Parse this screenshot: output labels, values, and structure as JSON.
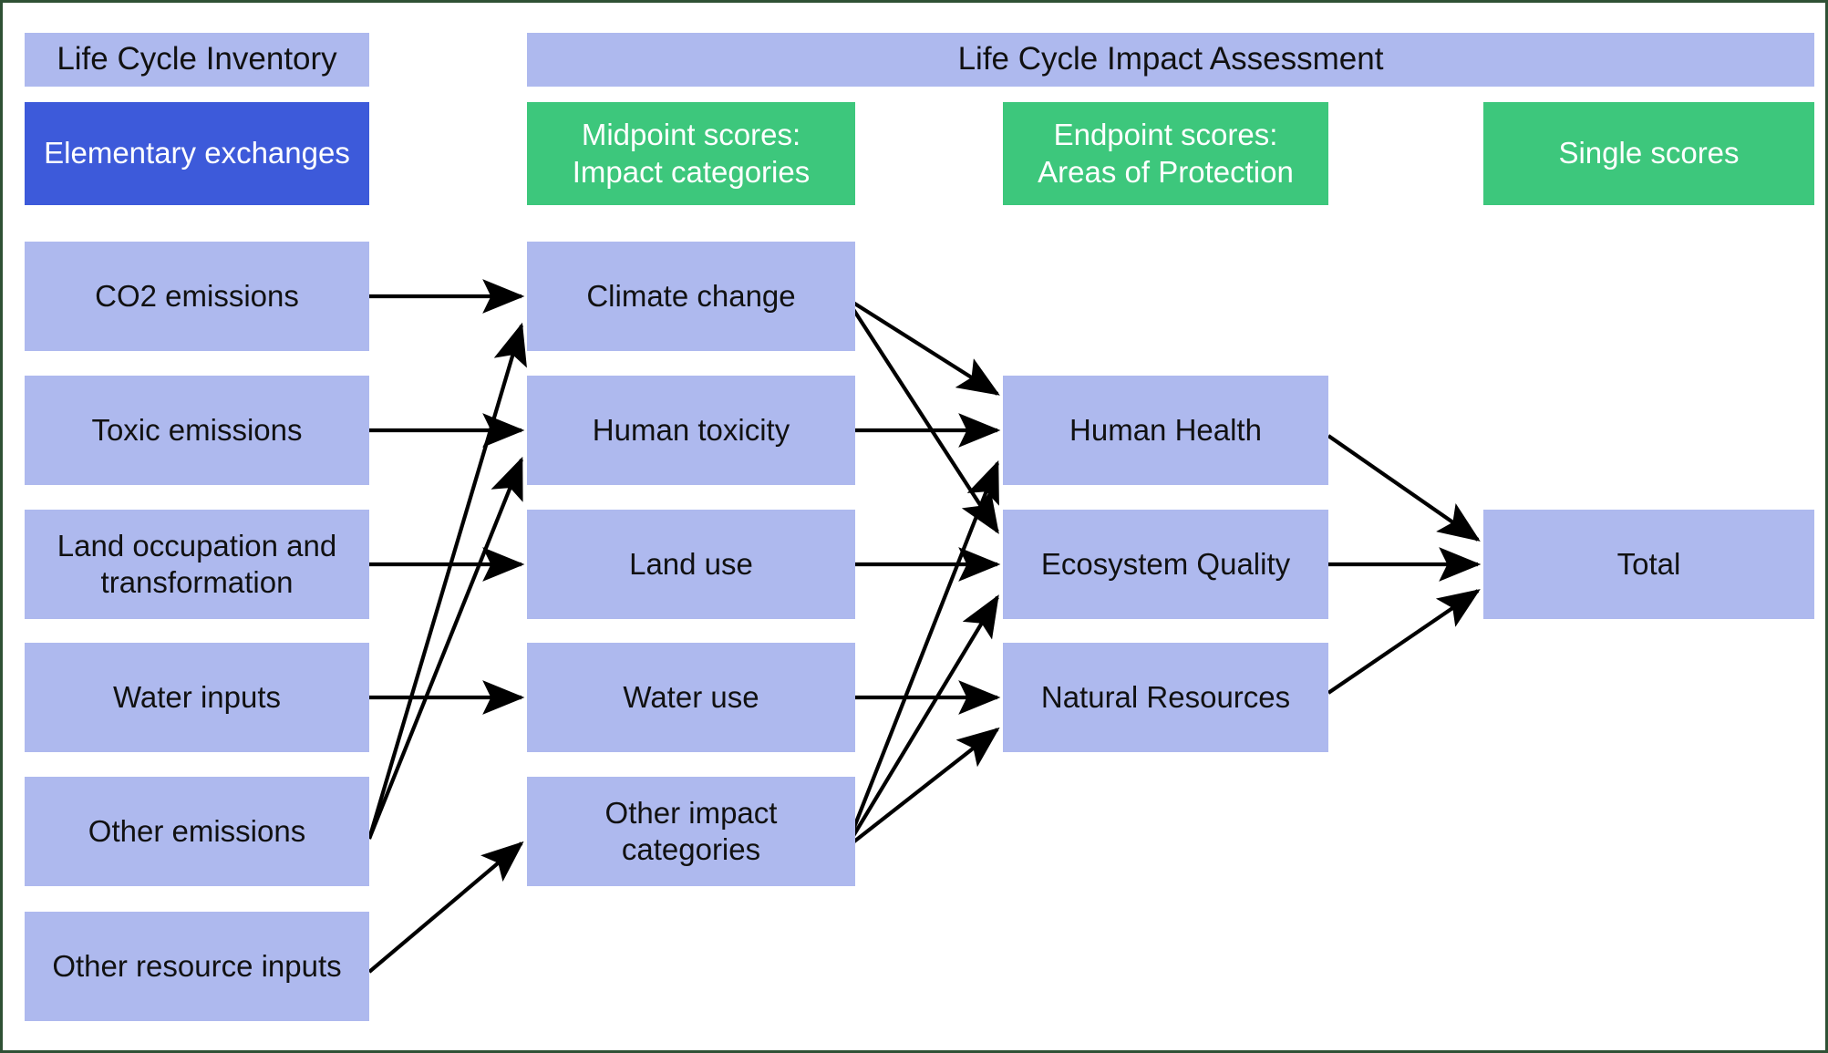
{
  "figure": {
    "title_semantic": "LCA midpoint to endpoint framework",
    "colors": {
      "lavender_box": "#aeb9ee",
      "deep_blue_box": "#3d5ada",
      "green_box": "#3dc77c",
      "arrow": "#000000",
      "page_background": "#ffffff",
      "border_rule": "#2f5135"
    }
  },
  "headers": {
    "inventory_band": "Life Cycle Inventory",
    "impact_band": "Life Cycle Impact Assessment",
    "stage_labels": {
      "elementary_exchanges": "Elementary exchanges",
      "midpoint": "Midpoint scores:\nImpact categories",
      "endpoint": "Endpoint scores:\nAreas of Protection",
      "single": "Single scores"
    }
  },
  "columns": {
    "inventory": {
      "label": "Elementary exchanges",
      "items": [
        {
          "id": "co2",
          "label": "CO2 emissions"
        },
        {
          "id": "toxic",
          "label": "Toxic emissions"
        },
        {
          "id": "land",
          "label": "Land occupation and\ntransformation"
        },
        {
          "id": "water",
          "label": "Water inputs"
        },
        {
          "id": "other_em",
          "label": "Other emissions"
        },
        {
          "id": "other_res",
          "label": "Other resource inputs"
        }
      ]
    },
    "midpoint": {
      "label": "Midpoint scores: Impact categories",
      "items": [
        {
          "id": "climate",
          "label": "Climate change"
        },
        {
          "id": "humtox",
          "label": "Human toxicity"
        },
        {
          "id": "landuse",
          "label": "Land use"
        },
        {
          "id": "wateruse",
          "label": "Water use"
        },
        {
          "id": "otherimp",
          "label": "Other impact\ncategories"
        }
      ]
    },
    "endpoint": {
      "label": "Endpoint scores: Areas of Protection",
      "items": [
        {
          "id": "hh",
          "label": "Human Health"
        },
        {
          "id": "eq",
          "label": "Ecosystem Quality"
        },
        {
          "id": "nr",
          "label": "Natural Resources"
        }
      ]
    },
    "single": {
      "label": "Single scores",
      "items": [
        {
          "id": "total",
          "label": "Total"
        }
      ]
    }
  },
  "flows": [
    {
      "from": "co2",
      "to": "climate"
    },
    {
      "from": "toxic",
      "to": "humtox"
    },
    {
      "from": "land",
      "to": "landuse"
    },
    {
      "from": "water",
      "to": "wateruse"
    },
    {
      "from": "other_em",
      "to": "climate"
    },
    {
      "from": "other_em",
      "to": "humtox"
    },
    {
      "from": "other_res",
      "to": "otherimp"
    },
    {
      "from": "climate",
      "to": "hh"
    },
    {
      "from": "climate",
      "to": "eq"
    },
    {
      "from": "humtox",
      "to": "hh"
    },
    {
      "from": "landuse",
      "to": "eq"
    },
    {
      "from": "wateruse",
      "to": "nr"
    },
    {
      "from": "otherimp",
      "to": "hh"
    },
    {
      "from": "otherimp",
      "to": "eq"
    },
    {
      "from": "otherimp",
      "to": "nr"
    },
    {
      "from": "hh",
      "to": "total"
    },
    {
      "from": "eq",
      "to": "total"
    },
    {
      "from": "nr",
      "to": "total"
    }
  ]
}
